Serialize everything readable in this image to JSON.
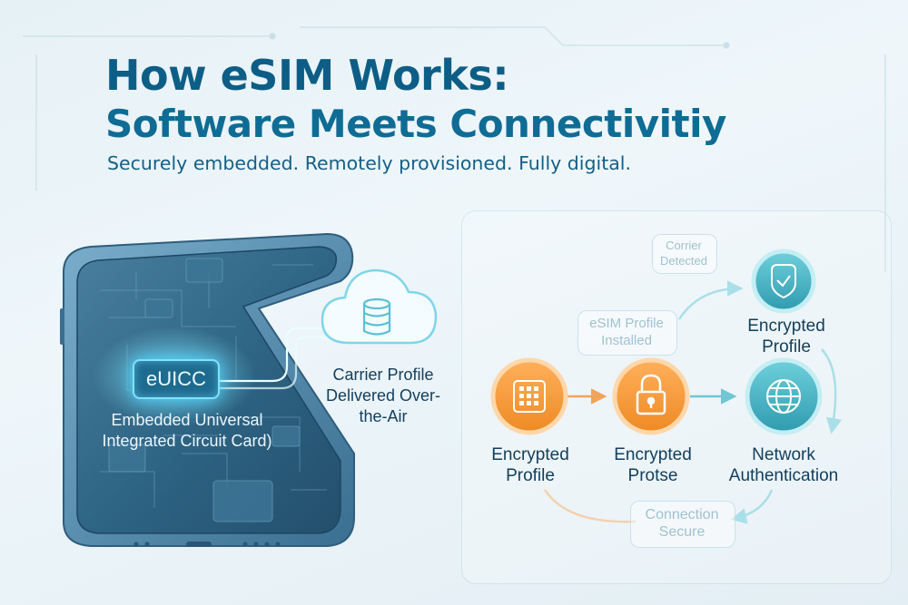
{
  "header": {
    "title_line1": "How eSIM Works:",
    "title_line2": "Software Meets Connectivitiy",
    "subtitle": "Securely embedded. Remotely provisioned. Fully digital."
  },
  "phone": {
    "chip_label": "eUICC",
    "chip_description": "Embedded Universal Integrated Circuit Card)"
  },
  "cloud": {
    "caption": "Carrier Profile Delivered Over-the-Air"
  },
  "flow": {
    "step1": "Encrypted Profile",
    "step2": "Encrypted Protse",
    "step3": "Network Authentication",
    "step4": "Encrypted Profile",
    "ghost_carrier": "Corrier Detected",
    "ghost_installed": "eSIM Profile Installed",
    "ghost_secure": "Connection Secure"
  },
  "icons": {
    "step1": "grid-icon",
    "step2": "padlock-icon",
    "step3": "globe-icon",
    "step4": "shield-check-icon",
    "cloud": "cloud-database-icon"
  },
  "colors": {
    "title": "#0d5e86",
    "orange": "#f29a3a",
    "teal": "#49b6c6",
    "phone_frame": "#4a87ad",
    "chip_glow": "#4fd6ff"
  }
}
